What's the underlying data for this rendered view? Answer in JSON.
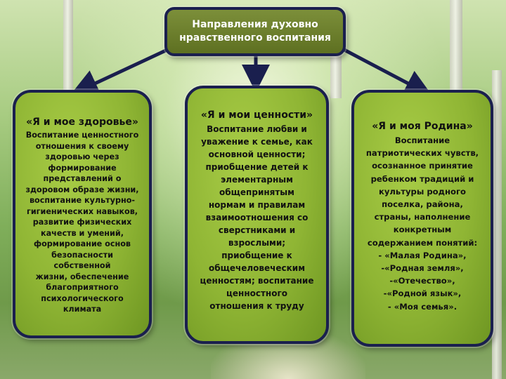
{
  "diagram": {
    "root": {
      "label": "Направления духовно нравственного воспитания"
    },
    "branches": [
      {
        "title": "«Я и мое здоровье»",
        "body": "Воспитание ценностного\nотношения к своему\nздоровью через\nформирование\nпредставлений о\nздоровом образе жизни,\nвоспитание культурно-\nгигиенических навыков,\nразвитие физических\nкачеств и умений,\nформирование  основ\nбезопасности собственной\nжизни, обеспечение\nблагоприятного\nпсихологического\nклимата"
      },
      {
        "title": "«Я и мои ценности»",
        "body": "Воспитание любви и\nуважение к семье, как\nосновной ценности;\nприобщение детей к\nэлементарным\nобщепринятым\nнормам и правилам\nвзаимоотношения со\nсверстниками и\nвзрослыми;\nприобщение к\nобщечеловеческим\nценностям; воспитание\nценностного\nотношения к труду"
      },
      {
        "title": "«Я и моя Родина»",
        "body": "Воспитание\nпатриотических чувств,\nосознанное принятие\nребенком традиций и\nкультуры родного\nпоселка, района,\nстраны, наполнение\nконкретным\nсодержанием понятий:\n- «Малая Родина»,\n-«Родная земля»,\n-«Отечество»,\n-«Родной язык»,\n- «Моя семья»."
      }
    ],
    "colors": {
      "box_fill": "#8fb534",
      "box_border": "#1a1f4e",
      "root_fill": "#6b7e2c",
      "arrow": "#1a1f4e"
    }
  }
}
